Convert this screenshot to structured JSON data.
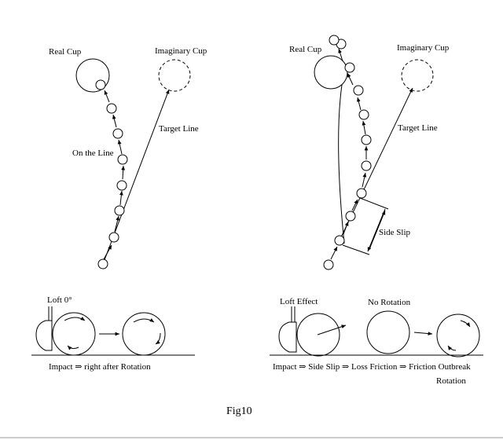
{
  "left_panel": {
    "real_cup": "Real Cup",
    "imaginary_cup": "Imaginary Cup",
    "target_line": "Target Line",
    "on_the_line": "On the Line"
  },
  "right_panel": {
    "real_cup": "Real Cup",
    "imaginary_cup": "Imaginary Cup",
    "target_line": "Target Line",
    "side_slip": "Side Slip"
  },
  "bottom_left": {
    "loft": "Loft 0°",
    "caption": "Impact ⇒ right after Rotation"
  },
  "bottom_right": {
    "loft_effect": "Loft Effect",
    "no_rotation": "No Rotation",
    "caption": "Impact ⇒ Side Slip ⇒ Loss Friction ⇒ Friction Outbreak",
    "caption_line2": "Rotation"
  },
  "figure_label": "Fig10"
}
